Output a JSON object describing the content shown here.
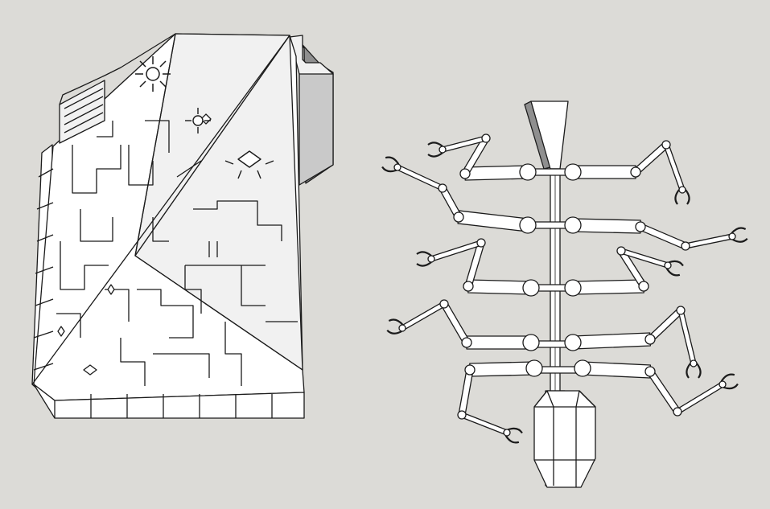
{
  "scene": {
    "background": "#dcdbd7",
    "palette": {
      "face": "#ffffff",
      "lit": "#f1f1f1",
      "mid": "#c9c9c9",
      "dark": "#8f8f8f",
      "darker": "#6d6d6d",
      "edge": "#1b1b1b"
    },
    "objects": [
      {
        "name": "circuit-tile",
        "type": "tiled-model"
      },
      {
        "name": "robot-arm-sprue",
        "type": "sprue-model",
        "arm_pairs": 5
      }
    ]
  }
}
